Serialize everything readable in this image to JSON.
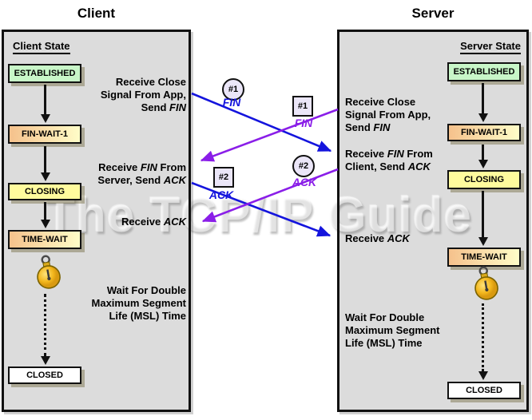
{
  "watermark": "The TCP/IP Guide",
  "colors": {
    "client_message_blue": "#1414dd",
    "server_message_purple": "#8a1ee8",
    "panel_gray": "#dcdcdc",
    "established_green": "#c8f6c8",
    "wait_gradient_start": "#f5c18c",
    "wait_gradient_end": "#fffdc8",
    "closing_yellow": "#fffb9d",
    "closed_white": "#ffffff"
  },
  "client": {
    "title": "Client",
    "heading": "Client State",
    "states": {
      "established": "ESTABLISHED",
      "fin_wait_1": "FIN-WAIT-1",
      "closing": "CLOSING",
      "time_wait": "TIME-WAIT",
      "closed": "CLOSED"
    },
    "ann_close": {
      "l1": "Receive Close",
      "l2": "Signal From App,",
      "l3_pre": "Send",
      "l3_it": "FIN"
    },
    "ann_recv_fin": {
      "l1_pre": "Receive",
      "l1_it": "FIN",
      "l1_post": "From",
      "l2_pre": "Server, Send",
      "l2_it": "ACK"
    },
    "ann_recv_ack": {
      "pre": "Receive",
      "it": "ACK"
    },
    "ann_wait": {
      "l1": "Wait For Double",
      "l2": "Maximum Segment",
      "l3": "Life (MSL) Time"
    }
  },
  "server": {
    "title": "Server",
    "heading": "Server State",
    "states": {
      "established": "ESTABLISHED",
      "fin_wait_1": "FIN-WAIT-1",
      "closing": "CLOSING",
      "time_wait": "TIME-WAIT",
      "closed": "CLOSED"
    },
    "ann_close": {
      "l1": "Receive Close",
      "l2": "Signal From App,",
      "l3_pre": "Send",
      "l3_it": "FIN"
    },
    "ann_recv_fin": {
      "l1_pre": "Receive",
      "l1_it": "FIN",
      "l1_post": "From",
      "l2_pre": "Client, Send",
      "l2_it": "ACK"
    },
    "ann_recv_ack": {
      "pre": "Receive",
      "it": "ACK"
    },
    "ann_wait": {
      "l1": "Wait For Double",
      "l2": "Maximum Segment",
      "l3": "Life (MSL) Time"
    }
  },
  "messages": {
    "client_fin": {
      "num": "#1",
      "label": "FIN"
    },
    "server_fin": {
      "num": "#1",
      "label": "FIN"
    },
    "client_ack": {
      "num": "#2",
      "label": "ACK"
    },
    "server_ack": {
      "num": "#2",
      "label": "ACK"
    }
  }
}
